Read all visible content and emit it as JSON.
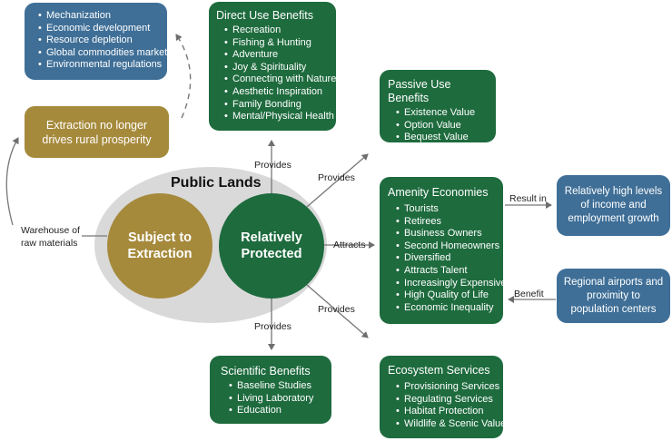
{
  "drivers": {
    "items": [
      "Mechanization",
      "Economic development",
      "Resource depletion",
      "Global commodities markets",
      "Environmental regulations"
    ]
  },
  "extraction_box": {
    "text": "Extraction no longer drives rural prosperity"
  },
  "direct_use": {
    "title": "Direct Use Benefits",
    "items": [
      "Recreation",
      "Fishing & Hunting",
      "Adventure",
      "Joy & Spirituality",
      "Connecting with Nature",
      "Aesthetic Inspiration",
      "Family Bonding",
      "Mental/Physical Health"
    ]
  },
  "passive_use": {
    "title": "Passive Use Benefits",
    "items": [
      "Existence Value",
      "Option Value",
      "Bequest Value"
    ]
  },
  "amenity": {
    "title": "Amenity Economies",
    "items": [
      "Tourists",
      "Retirees",
      "Business Owners",
      "Second Homeowners",
      "Diversified",
      "Attracts Talent",
      "Increasingly Expensive",
      "High Quality of Life",
      "Economic Inequality"
    ]
  },
  "income_box": {
    "text": "Relatively high levels of income and employment growth"
  },
  "airports_box": {
    "text": "Regional airports and proximity to population centers"
  },
  "scientific": {
    "title": "Scientific Benefits",
    "items": [
      "Baseline Studies",
      "Living Laboratory",
      "Education"
    ]
  },
  "ecosystem": {
    "title": "Ecosystem Services",
    "items": [
      "Provisioning Services",
      "Regulating Services",
      "Habitat Protection",
      "Wildlife & Scenic Values"
    ]
  },
  "public_lands": {
    "title": "Public Lands",
    "subject": "Subject to Extraction",
    "protected": "Relatively Protected"
  },
  "labels": {
    "warehouse": "Warehouse of raw materials",
    "provides_top": "Provides",
    "provides_upper_right": "Provides",
    "attracts": "Attracts",
    "provides_lower_right": "Provides",
    "provides_bottom": "Provides",
    "result_in": "Result in",
    "benefit": "Benefit"
  },
  "colors": {
    "green": "#1e6b3e",
    "blue": "#3f6f97",
    "gold": "#a68a3c",
    "ellipse": "#d9d9d9"
  }
}
